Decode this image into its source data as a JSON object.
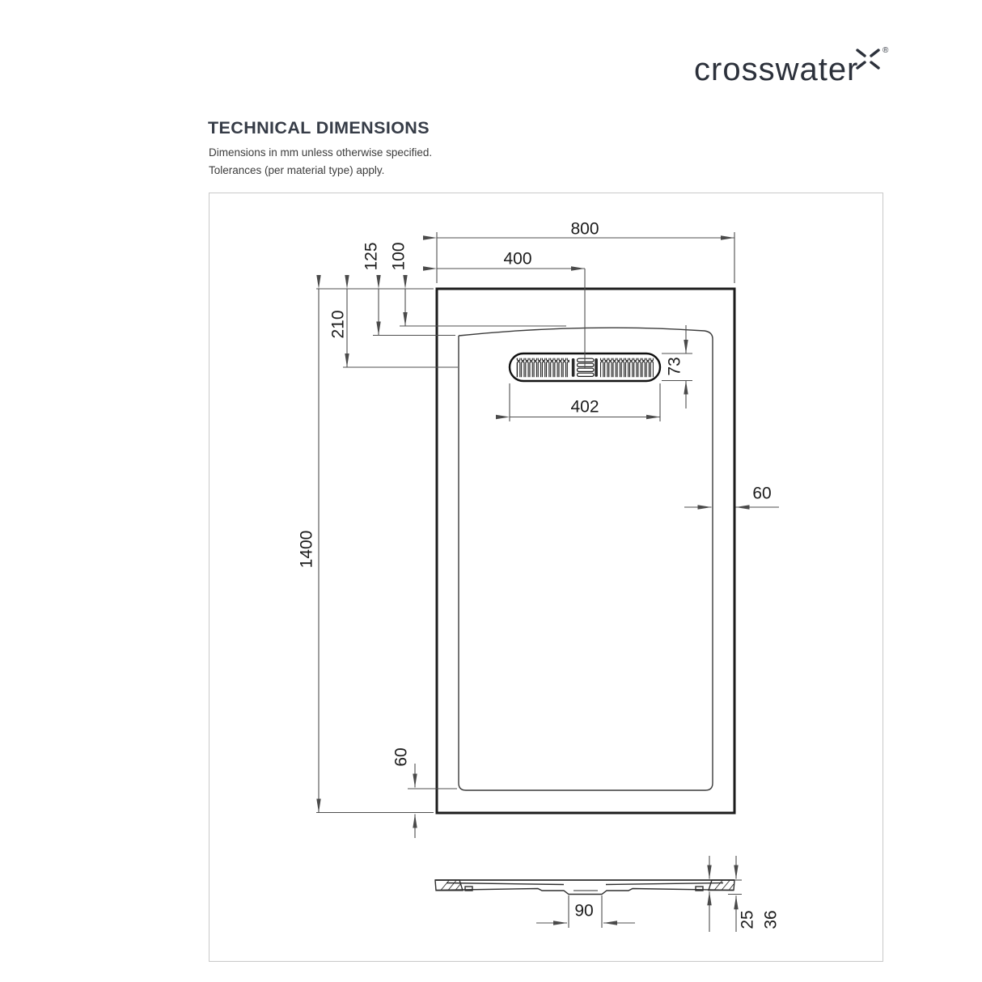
{
  "brand": {
    "name": "crosswater",
    "registered": "®"
  },
  "header": {
    "title": "TECHNICAL DIMENSIONS",
    "note1": "Dimensions in mm unless otherwise specified.",
    "note2": "Tolerances (per material type) apply."
  },
  "drawing": {
    "units": "mm",
    "plan": {
      "overall_width": "800",
      "drain_center_from_left": "400",
      "rim_inset_upper": "125",
      "rim_inset_lower": "100",
      "top_edge_to_drain_center": "210",
      "overall_length": "1400",
      "drain_length": "402",
      "drain_width": "73",
      "right_border": "60",
      "bottom_border": "60"
    },
    "section": {
      "waste_cutout_width": "90",
      "edge_thickness": "25",
      "overall_thickness": "36"
    }
  }
}
